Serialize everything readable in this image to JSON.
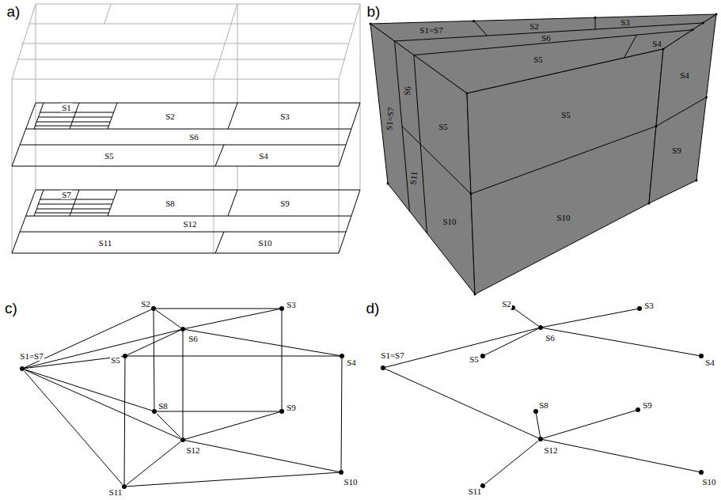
{
  "diagram": {
    "nodes": [
      {
        "text": [
          "S1=S7"
        ]
      },
      {
        "text": [
          "S2"
        ]
      },
      {
        "text": [
          "S3"
        ]
      },
      {
        "text": [
          "S6"
        ]
      },
      {
        "text": [
          "S5"
        ]
      },
      {
        "text": [
          "S4"
        ]
      },
      {
        "text": [
          "S8"
        ]
      },
      {
        "text": [
          "S9"
        ]
      },
      {
        "text": [
          "S12"
        ]
      },
      {
        "text": [
          "S11"
        ]
      },
      {
        "text": [
          "S10"
        ]
      },
      {
        "text": [
          "S1=S7"
        ]
      },
      {
        "text": [
          "S2"
        ]
      },
      {
        "text": [
          "S3"
        ]
      },
      {
        "text": [
          "S6"
        ]
      },
      {
        "text": [
          "S5"
        ]
      },
      {
        "text": [
          "S4"
        ]
      },
      {
        "text": [
          "S8"
        ]
      },
      {
        "text": [
          "S9"
        ]
      },
      {
        "text": [
          "S12"
        ]
      },
      {
        "text": [
          "S11"
        ]
      },
      {
        "text": [
          "S10"
        ]
      }
    ],
    "edges": [
      {
        "from": 0,
        "to": 1,
        "arrow": "none"
      },
      {
        "from": 0,
        "to": 3,
        "arrow": "none"
      },
      {
        "from": 0,
        "to": 4,
        "arrow": "none"
      },
      {
        "from": 0,
        "to": 6,
        "arrow": "none"
      },
      {
        "from": 0,
        "to": 8,
        "arrow": "none"
      },
      {
        "from": 0,
        "to": 9,
        "arrow": "none"
      },
      {
        "from": 1,
        "to": 2,
        "arrow": "none"
      },
      {
        "from": 1,
        "to": 3,
        "arrow": "none"
      },
      {
        "from": 3,
        "to": 2,
        "arrow": "none"
      },
      {
        "from": 3,
        "to": 4,
        "arrow": "none"
      },
      {
        "from": 3,
        "to": 5,
        "arrow": "none"
      },
      {
        "from": 4,
        "to": 5,
        "arrow": "none"
      },
      {
        "from": 1,
        "to": 6,
        "arrow": "none"
      },
      {
        "from": 2,
        "to": 7,
        "arrow": "none"
      },
      {
        "from": 3,
        "to": 8,
        "arrow": "none"
      },
      {
        "from": 4,
        "to": 9,
        "arrow": "none"
      },
      {
        "from": 5,
        "to": 10,
        "arrow": "none"
      },
      {
        "from": 6,
        "to": 7,
        "arrow": "none"
      },
      {
        "from": 6,
        "to": 8,
        "arrow": "none"
      },
      {
        "from": 8,
        "to": 7,
        "arrow": "none"
      },
      {
        "from": 8,
        "to": 9,
        "arrow": "none"
      },
      {
        "from": 8,
        "to": 10,
        "arrow": "none"
      },
      {
        "from": 9,
        "to": 10,
        "arrow": "none"
      },
      {
        "from": 11,
        "to": 14,
        "arrow": "none"
      },
      {
        "from": 11,
        "to": 19,
        "arrow": "none"
      },
      {
        "from": 14,
        "to": 12,
        "arrow": "none"
      },
      {
        "from": 14,
        "to": 13,
        "arrow": "none"
      },
      {
        "from": 14,
        "to": 15,
        "arrow": "none"
      },
      {
        "from": 14,
        "to": 16,
        "arrow": "none"
      },
      {
        "from": 19,
        "to": 17,
        "arrow": "none"
      },
      {
        "from": 19,
        "to": 18,
        "arrow": "none"
      },
      {
        "from": 19,
        "to": 20,
        "arrow": "none"
      },
      {
        "from": 19,
        "to": 21,
        "arrow": "none"
      }
    ],
    "labels": [
      "a)",
      "b)",
      "c)",
      "d)",
      "S1",
      "S2",
      "S3",
      "S6",
      "S5",
      "S4",
      "S7",
      "S8",
      "S9",
      "S12",
      "S11",
      "S10",
      "S1=S7",
      "S2",
      "S3",
      "S6",
      "S4",
      "S5",
      "S1=S7",
      "S6",
      "S5",
      "S5",
      "S4",
      "S9",
      "S11",
      "S10",
      "S10"
    ]
  }
}
